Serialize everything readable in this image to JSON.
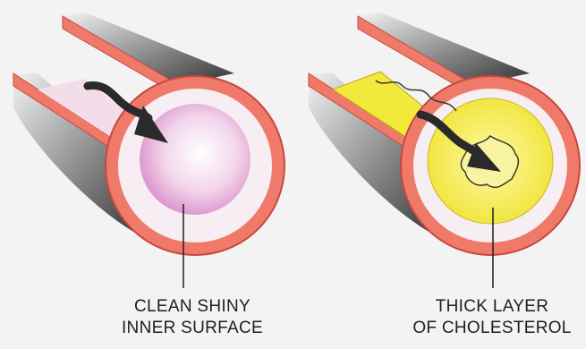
{
  "labels": {
    "healthy": {
      "line1": "CLEAN SHINY",
      "line2": "INNER SURFACE"
    },
    "blocked": {
      "line1": "THICK LAYER",
      "line2": "OF CHOLESTEROL"
    }
  },
  "colors": {
    "background": "#f4f3f3",
    "artery_wall": "#f07a6a",
    "wall_edge": "#c8473e",
    "inner_lining": "#f3dde8",
    "lumen_clean": "#e4a9d8",
    "cholesterol": "#f2ea3a",
    "outer_shading": "#4a4a4a",
    "arrow": "#2a2a2a"
  },
  "icons": {
    "flow_arrow": "arrow-icon"
  }
}
